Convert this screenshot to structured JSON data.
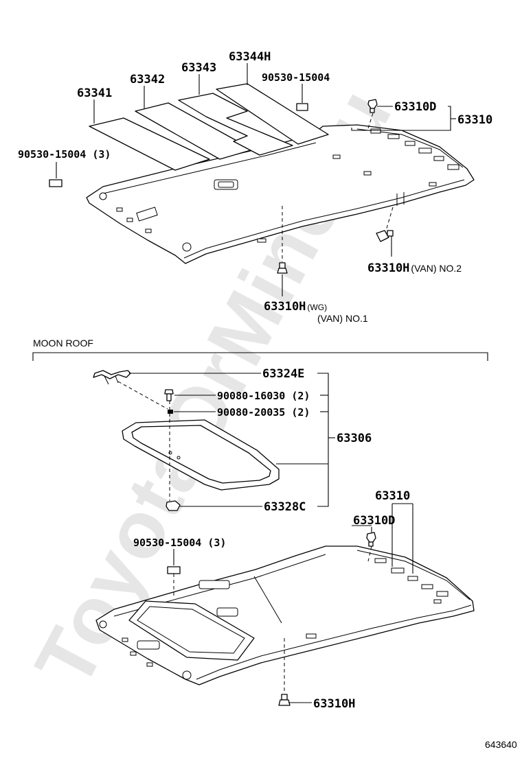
{
  "watermark": "ToyotaOrMine.ru",
  "figure_id": "643640",
  "section_label": "MOON ROOF",
  "upper": {
    "labels": {
      "p63341": "63341",
      "p63342": "63342",
      "p63343": "63343",
      "p63344H": "63344H",
      "p90530_top": "90530-15004",
      "p90530_left": "90530-15004 (3)",
      "p63310D": "63310D",
      "p63310": "63310",
      "p63310H_van2_code": "63310H",
      "p63310H_van2_note": "(VAN) NO.2",
      "p63310H_wg_code": "63310H",
      "p63310H_wg_note": "(WG)",
      "p63310H_van1_note": "(VAN) NO.1"
    }
  },
  "lower": {
    "labels": {
      "p63324E": "63324E",
      "p90080_16030": "90080-16030 (2)",
      "p90080_20035": "90080-20035 (2)",
      "p63306": "63306",
      "p63328C": "63328C",
      "p63310": "63310",
      "p63310D": "63310D",
      "p90530": "90530-15004 (3)",
      "p63310H": "63310H"
    }
  }
}
